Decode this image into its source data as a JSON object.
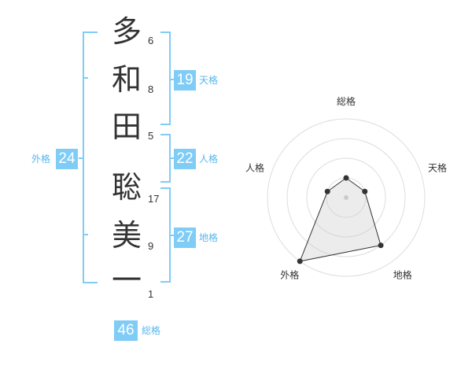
{
  "name": {
    "characters": [
      {
        "char": "多",
        "strokes": "6"
      },
      {
        "char": "和",
        "strokes": "8"
      },
      {
        "char": "田",
        "strokes": "5"
      },
      {
        "char": "聡",
        "strokes": "17"
      },
      {
        "char": "美",
        "strokes": "9"
      },
      {
        "char": "一",
        "strokes": "1"
      }
    ]
  },
  "kakusu": {
    "tenkaku": {
      "value": "19",
      "label": "天格"
    },
    "jinkaku": {
      "value": "22",
      "label": "人格"
    },
    "chikaku": {
      "value": "27",
      "label": "地格"
    },
    "gaikaku": {
      "value": "24",
      "label": "外格"
    },
    "soukaku": {
      "value": "46",
      "label": "総格"
    }
  },
  "colors": {
    "accent": "#7fccf7",
    "accent_text": "#58b6ee",
    "line": "#333333"
  },
  "chart_data": {
    "type": "radar",
    "axes": [
      "総格",
      "天格",
      "地格",
      "外格",
      "人格"
    ],
    "values": [
      1,
      1,
      3,
      4,
      1
    ],
    "rings": 4,
    "range": [
      0,
      4
    ]
  }
}
